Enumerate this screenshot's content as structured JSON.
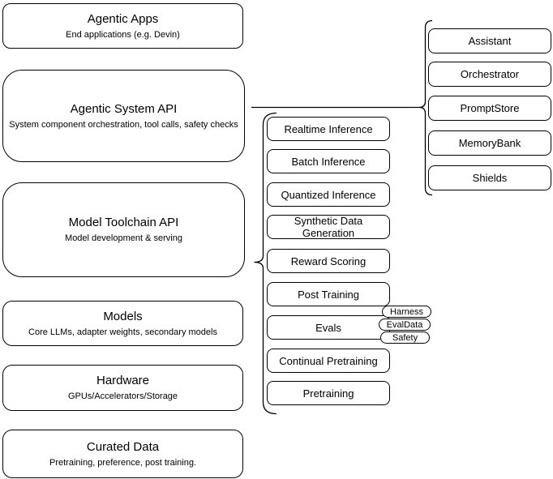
{
  "diagram": {
    "colors": {
      "border": "#000000",
      "background": "#ffffff",
      "text": "#000000"
    },
    "left_stack": [
      {
        "title": "Agentic Apps",
        "subtitle": "End applications (e.g. Devin)"
      },
      {
        "title": "Agentic System API",
        "subtitle": "System component orchestration, tool calls, safety checks"
      },
      {
        "title": "Model Toolchain API",
        "subtitle": "Model development & serving"
      },
      {
        "title": "Models",
        "subtitle": "Core LLMs, adapter weights, secondary models"
      },
      {
        "title": "Hardware",
        "subtitle": "GPUs/Accelerators/Storage"
      },
      {
        "title": "Curated Data",
        "subtitle": "Pretraining, preference, post training."
      }
    ],
    "toolchain": {
      "items": [
        "Realtime Inference",
        "Batch Inference",
        "Quantized Inference",
        "Synthetic Data Generation",
        "Reward Scoring",
        "Post Training",
        "Evals",
        "Continual Pretraining",
        "Pretraining"
      ]
    },
    "evals_tags": [
      "Harness",
      "EvalData",
      "Safety"
    ],
    "system_components": [
      "Assistant",
      "Orchestrator",
      "PromptStore",
      "MemoryBank",
      "Shields"
    ]
  }
}
